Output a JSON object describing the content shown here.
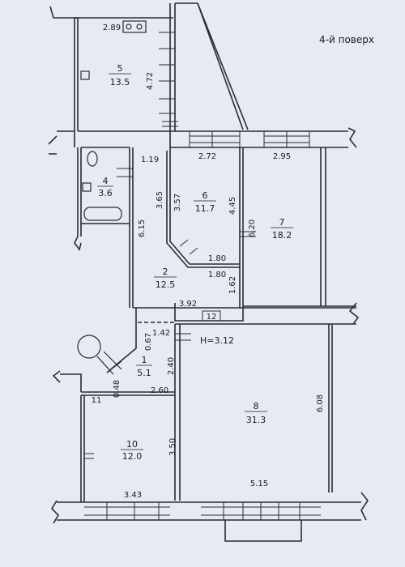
{
  "floor_label": "4-й поверх",
  "height_note": "H=3.12",
  "rooms": [
    {
      "id": "1",
      "number": "1",
      "area": "5.1"
    },
    {
      "id": "2",
      "number": "2",
      "area": "12.5"
    },
    {
      "id": "4",
      "number": "4",
      "area": "3.6"
    },
    {
      "id": "5",
      "number": "5",
      "area": "13.5"
    },
    {
      "id": "6",
      "number": "6",
      "area": "11.7"
    },
    {
      "id": "7",
      "number": "7",
      "area": "18.2"
    },
    {
      "id": "8",
      "number": "8",
      "area": "31.3"
    },
    {
      "id": "10",
      "number": "10",
      "area": "12.0"
    }
  ],
  "small_rooms": [
    {
      "id": "11",
      "number": "11"
    },
    {
      "id": "12",
      "number": "12"
    }
  ],
  "dimensions": [
    {
      "id": "d-2.89",
      "value": "2.89"
    },
    {
      "id": "d-4.72",
      "value": "4.72"
    },
    {
      "id": "d-1.19",
      "value": "1.19"
    },
    {
      "id": "d-2.72",
      "value": "2.72"
    },
    {
      "id": "d-2.95",
      "value": "2.95"
    },
    {
      "id": "d-3.65",
      "value": "3.65"
    },
    {
      "id": "d-3.57",
      "value": "3.57"
    },
    {
      "id": "d-4.45",
      "value": "4.45"
    },
    {
      "id": "d-6.20",
      "value": "6.20"
    },
    {
      "id": "d-6.15",
      "value": "6.15"
    },
    {
      "id": "d-1.80a",
      "value": "1.80"
    },
    {
      "id": "d-1.80b",
      "value": "1.80"
    },
    {
      "id": "d-1.62",
      "value": "1.62"
    },
    {
      "id": "d-3.92",
      "value": "3.92"
    },
    {
      "id": "d-0.67",
      "value": "0.67"
    },
    {
      "id": "d-1.42",
      "value": "1.42"
    },
    {
      "id": "d-2.40",
      "value": "2.40"
    },
    {
      "id": "d-0.48",
      "value": "0.48"
    },
    {
      "id": "d-2.60",
      "value": "2.60"
    },
    {
      "id": "d-6.08",
      "value": "6.08"
    },
    {
      "id": "d-3.50",
      "value": "3.50"
    },
    {
      "id": "d-5.15",
      "value": "5.15"
    },
    {
      "id": "d-3.43",
      "value": "3.43"
    }
  ]
}
